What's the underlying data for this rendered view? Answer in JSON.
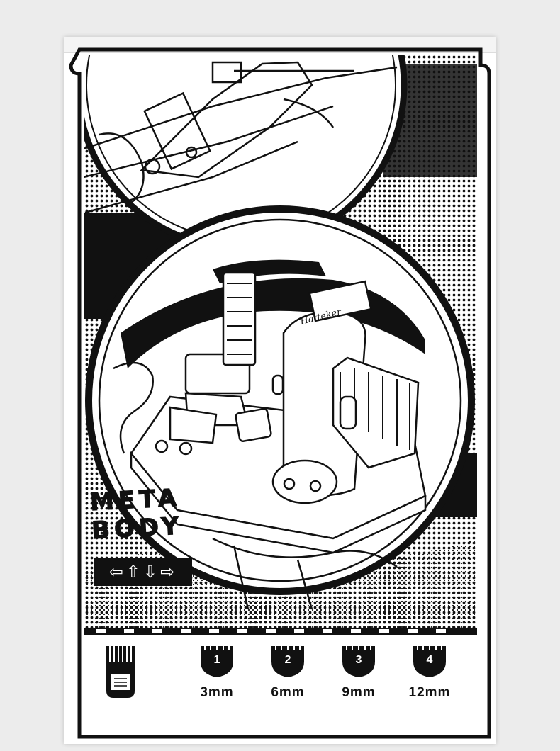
{
  "badge": {
    "line1": "META",
    "line2": "BODY"
  },
  "brand_logo": "Hatteker",
  "direction_panel": {
    "arrows": "⇦⇧⇩⇨"
  },
  "guide_combs": [
    {
      "number": "1",
      "size": "3mm"
    },
    {
      "number": "2",
      "size": "6mm"
    },
    {
      "number": "3",
      "size": "9mm"
    },
    {
      "number": "4",
      "size": "12mm"
    }
  ],
  "colors": {
    "ink": "#111111",
    "paper": "#ffffff",
    "background": "#ececec"
  }
}
